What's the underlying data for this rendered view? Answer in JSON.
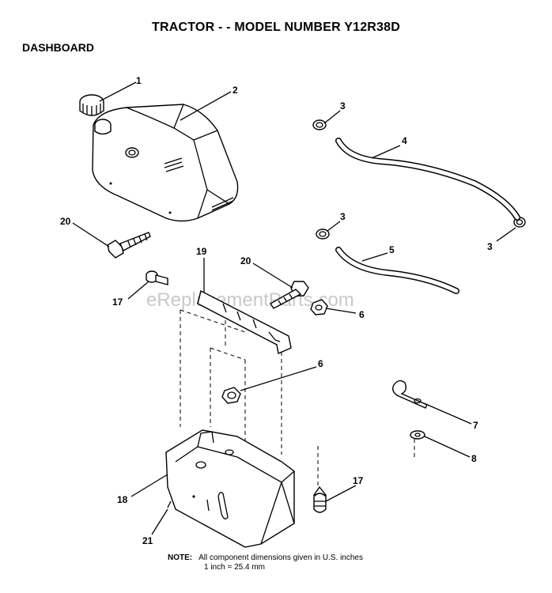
{
  "header": {
    "title": "TRACTOR - - MODEL NUMBER Y12R38D",
    "section": "DASHBOARD"
  },
  "callouts": [
    "1",
    "2",
    "3",
    "4",
    "3",
    "3",
    "5",
    "20",
    "19",
    "20",
    "17",
    "6",
    "6",
    "7",
    "8",
    "18",
    "17",
    "21"
  ],
  "watermark": "eReplacementParts.com",
  "note": {
    "label": "NOTE:",
    "line1": "All component dimensions given in U.S. inches",
    "line2": "1 inch = 25.4 mm"
  }
}
